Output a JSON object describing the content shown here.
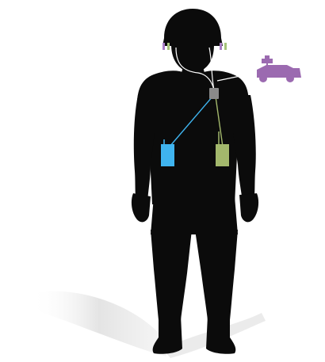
{
  "diagram": {
    "subject": "soldier-silhouette",
    "colors": {
      "silhouette": "#0b0b0b",
      "shadow": "#d9d9d9",
      "hub": "#8a8a8a",
      "radio_blue": "#3fb4ef",
      "radio_green": "#a3b86c",
      "vehicle": "#9b6ab0",
      "earpiece_purple": "#a97dc6",
      "earpiece_green": "#a5c37a"
    },
    "components": [
      {
        "id": "left-earpiece",
        "icon": "earpiece-icon"
      },
      {
        "id": "right-earpiece",
        "icon": "earpiece-icon"
      },
      {
        "id": "headset-cables",
        "icon": "cable-icon"
      },
      {
        "id": "central-hub",
        "icon": "hub-icon"
      },
      {
        "id": "blue-radio",
        "icon": "radio-icon"
      },
      {
        "id": "green-radio",
        "icon": "radio-icon"
      },
      {
        "id": "vehicle-link",
        "icon": "vehicle-icon"
      }
    ]
  }
}
